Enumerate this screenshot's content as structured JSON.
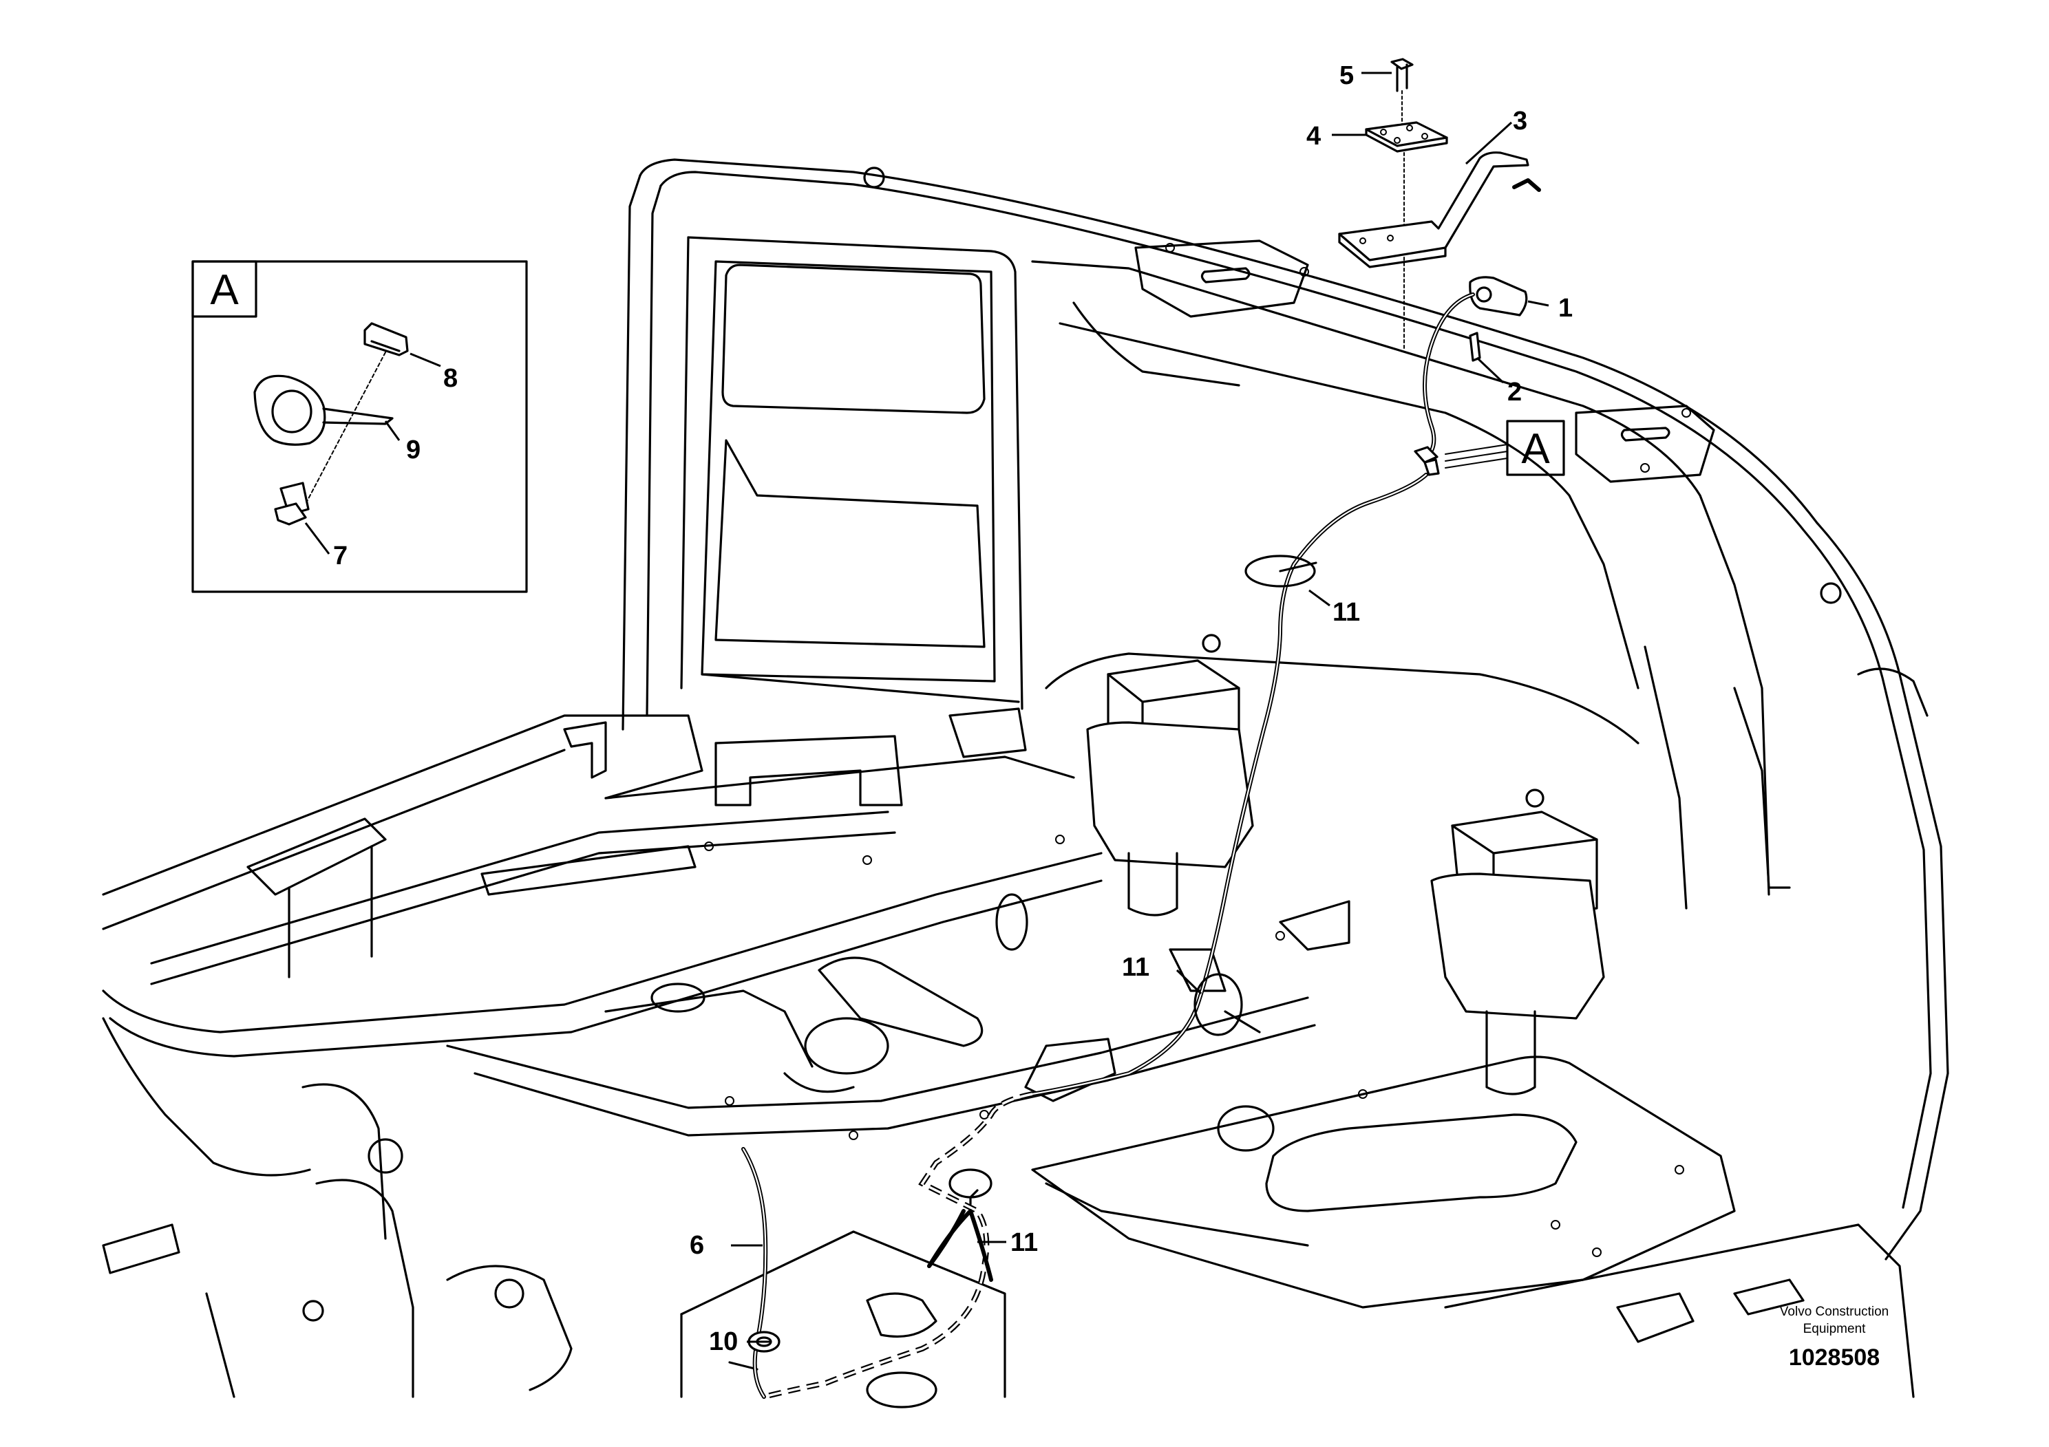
{
  "callouts": [
    "1",
    "2",
    "3",
    "4",
    "5",
    "6",
    "7",
    "8",
    "9",
    "10",
    "11",
    "11",
    "11"
  ],
  "view_label": "A",
  "detail_view_label": "A",
  "footer": {
    "brand_line1": "Volvo Construction",
    "brand_line2": "Equipment",
    "drawing_number": "1028508"
  }
}
